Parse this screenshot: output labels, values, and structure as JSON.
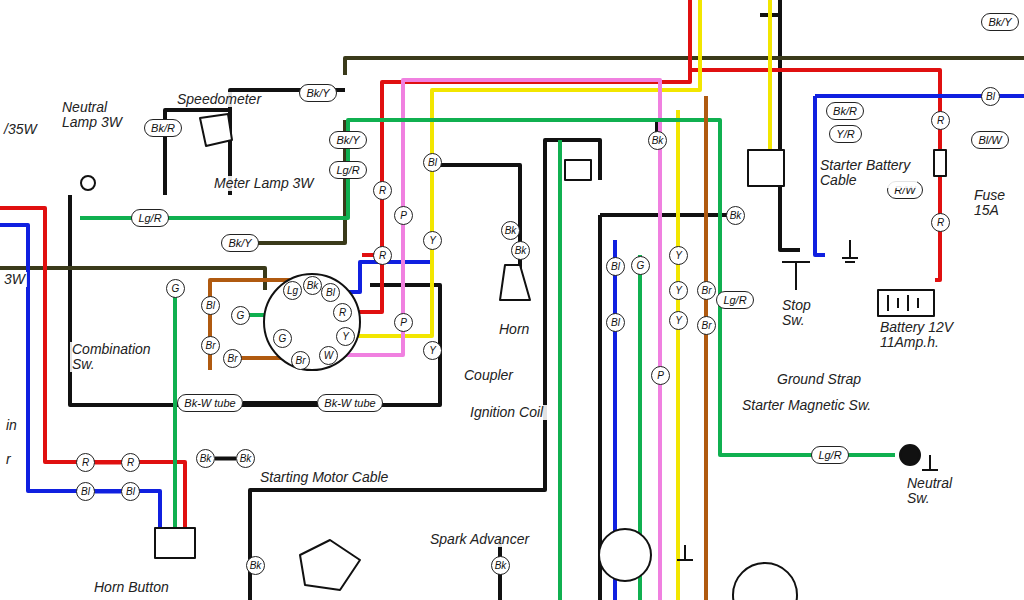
{
  "diagram": {
    "nodes": [
      {
        "text": [
          "Bk/Y"
        ]
      },
      {
        "text": [
          "Bk/R"
        ]
      },
      {
        "text": [
          "Bk/Y"
        ]
      },
      {
        "text": [
          "Bl"
        ]
      },
      {
        "text": [
          "Bl/W"
        ]
      },
      {
        "text": [
          "Bk/R"
        ]
      },
      {
        "text": [
          "Y/R"
        ]
      },
      {
        "text": [
          "R"
        ]
      },
      {
        "text": [
          "R/W"
        ]
      },
      {
        "text": [
          "R"
        ]
      },
      {
        "text": [
          "Lg/R"
        ]
      },
      {
        "text": [
          "Bk/Y"
        ]
      },
      {
        "text": [
          "Bk/Y"
        ]
      },
      {
        "text": [
          "Lg/R"
        ]
      },
      {
        "text": [
          "R"
        ]
      },
      {
        "text": [
          "P"
        ]
      },
      {
        "text": [
          "Bl"
        ]
      },
      {
        "text": [
          "R"
        ]
      },
      {
        "text": [
          "Y"
        ]
      },
      {
        "text": [
          "P"
        ]
      },
      {
        "text": [
          "Y"
        ]
      },
      {
        "text": [
          "G"
        ]
      },
      {
        "text": [
          "Bl"
        ]
      },
      {
        "text": [
          "G"
        ]
      },
      {
        "text": [
          "Br"
        ]
      },
      {
        "text": [
          "Br"
        ]
      },
      {
        "text": [
          "Lg"
        ]
      },
      {
        "text": [
          "Bk"
        ]
      },
      {
        "text": [
          "Bl"
        ]
      },
      {
        "text": [
          "R"
        ]
      },
      {
        "text": [
          "Y"
        ]
      },
      {
        "text": [
          "W"
        ]
      },
      {
        "text": [
          "Br"
        ]
      },
      {
        "text": [
          "G"
        ]
      },
      {
        "text": [
          "Bk"
        ]
      },
      {
        "text": [
          "Bk"
        ]
      },
      {
        "text": [
          "Bk"
        ]
      },
      {
        "text": [
          "Bl"
        ]
      },
      {
        "text": [
          "Bl"
        ]
      },
      {
        "text": [
          "G"
        ]
      },
      {
        "text": [
          "Y"
        ]
      },
      {
        "text": [
          "Y"
        ]
      },
      {
        "text": [
          "Y"
        ]
      },
      {
        "text": [
          "Br"
        ]
      },
      {
        "text": [
          "Br"
        ]
      },
      {
        "text": [
          "Lg/R"
        ]
      },
      {
        "text": [
          "Bk"
        ]
      },
      {
        "text": [
          "Bk-W tube"
        ]
      },
      {
        "text": [
          "Bk-W tube"
        ]
      },
      {
        "text": [
          "R"
        ]
      },
      {
        "text": [
          "R"
        ]
      },
      {
        "text": [
          "Bl"
        ]
      },
      {
        "text": [
          "Bl"
        ]
      },
      {
        "text": [
          "Bk"
        ]
      },
      {
        "text": [
          "Bk"
        ]
      },
      {
        "text": [
          "Lg/R"
        ]
      },
      {
        "text": [
          "Bk"
        ]
      },
      {
        "text": [
          "Bk"
        ]
      },
      {
        "text": [
          "P"
        ]
      }
    ],
    "edges": [
      {
        "from": 47,
        "to": 48,
        "arrow": "none"
      },
      {
        "from": 49,
        "to": 50,
        "arrow": "none"
      },
      {
        "from": 51,
        "to": 52,
        "arrow": "none"
      },
      {
        "from": 53,
        "to": 54,
        "arrow": "none"
      }
    ],
    "labels": [
      "/35W",
      "Neutral Lamp 3W",
      "Speedometer",
      "Meter Lamp 3W",
      "3W",
      "Combination Sw.",
      "Horn",
      "Coupler",
      "Ignition Coil",
      "in",
      "r",
      "Starting Motor Cable",
      "Spark Advancer",
      "Horn Button",
      "Starter Battery Cable",
      "Fuse 15A",
      "Stop Sw.",
      "Battery 12V 11Amp.h.",
      "Ground Strap",
      "Starter Magnetic Sw.",
      "Neutral Sw."
    ]
  }
}
